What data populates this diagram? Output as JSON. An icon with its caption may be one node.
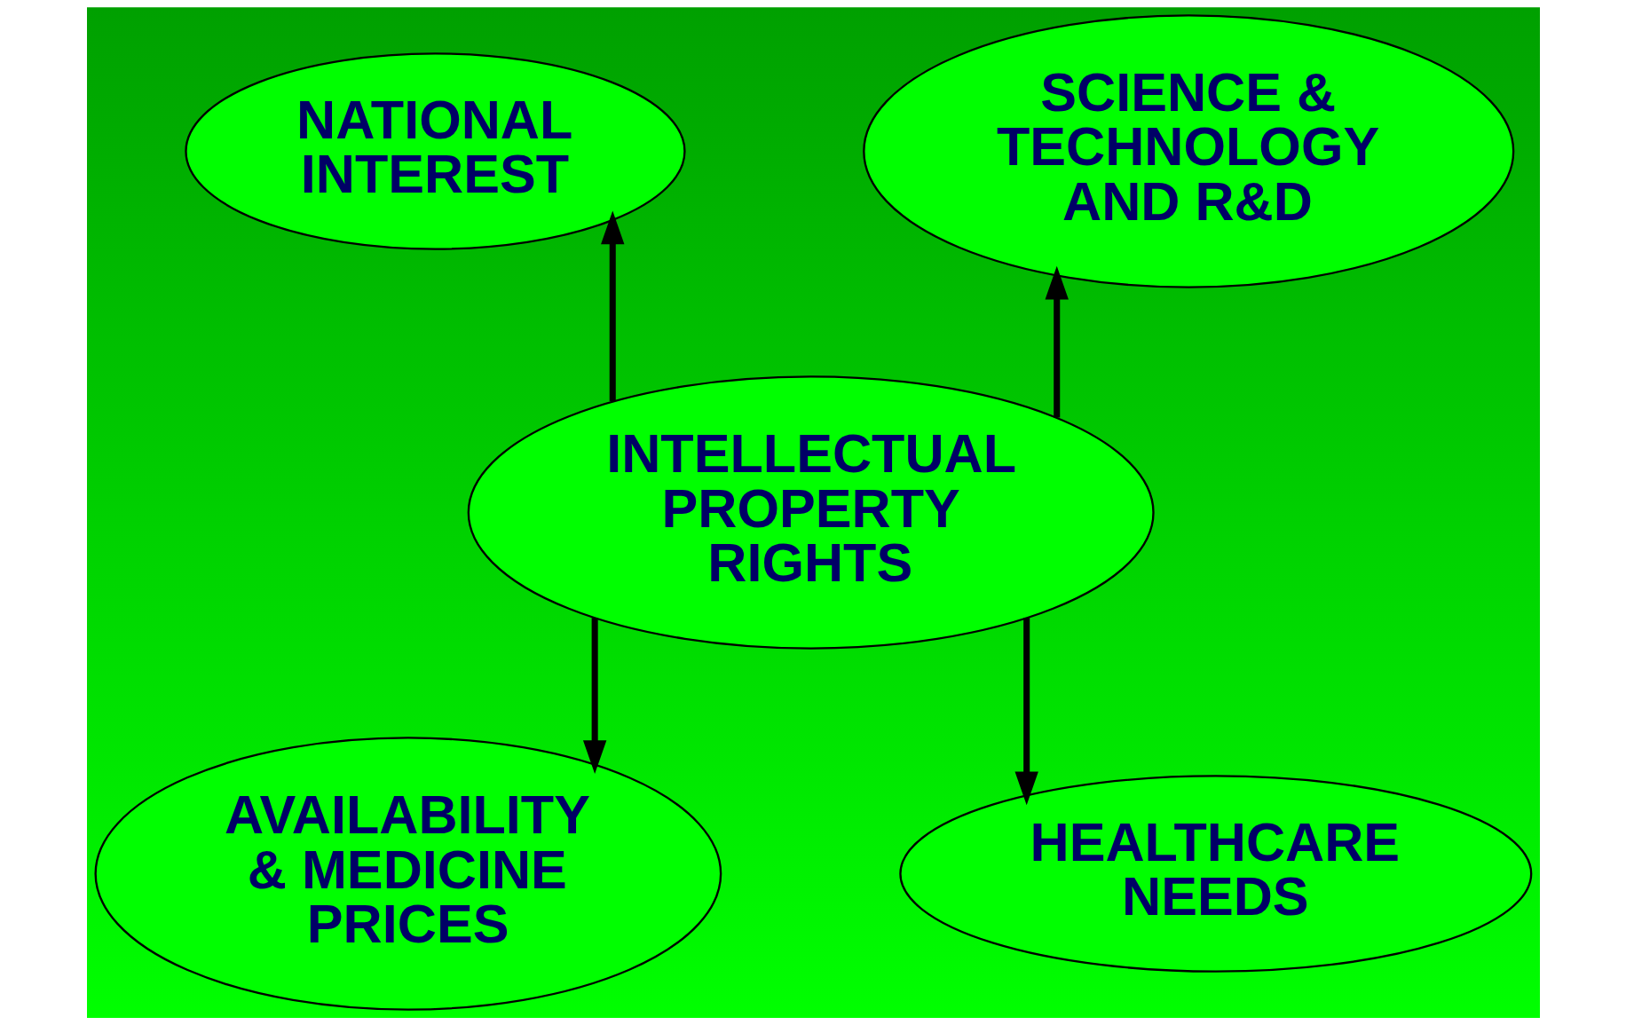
{
  "diagram": {
    "nodes": [
      {
        "text": [
          "NATIONAL INTEREST"
        ]
      },
      {
        "text": [
          "SCIENCE & TECHNOLOGY AND R&D"
        ]
      },
      {
        "text": [
          "INTELLECTUAL PROPERTY RIGHTS"
        ]
      },
      {
        "text": [
          "AVAILABILITY & MEDICINE PRICES"
        ]
      },
      {
        "text": [
          "HEALTHCARE NEEDS"
        ]
      }
    ],
    "edges": [
      {
        "from": 2,
        "to": 0,
        "arrow": "to"
      },
      {
        "from": 2,
        "to": 1,
        "arrow": "to"
      },
      {
        "from": 2,
        "to": 3,
        "arrow": "to"
      },
      {
        "from": 2,
        "to": 4,
        "arrow": "to"
      }
    ]
  }
}
